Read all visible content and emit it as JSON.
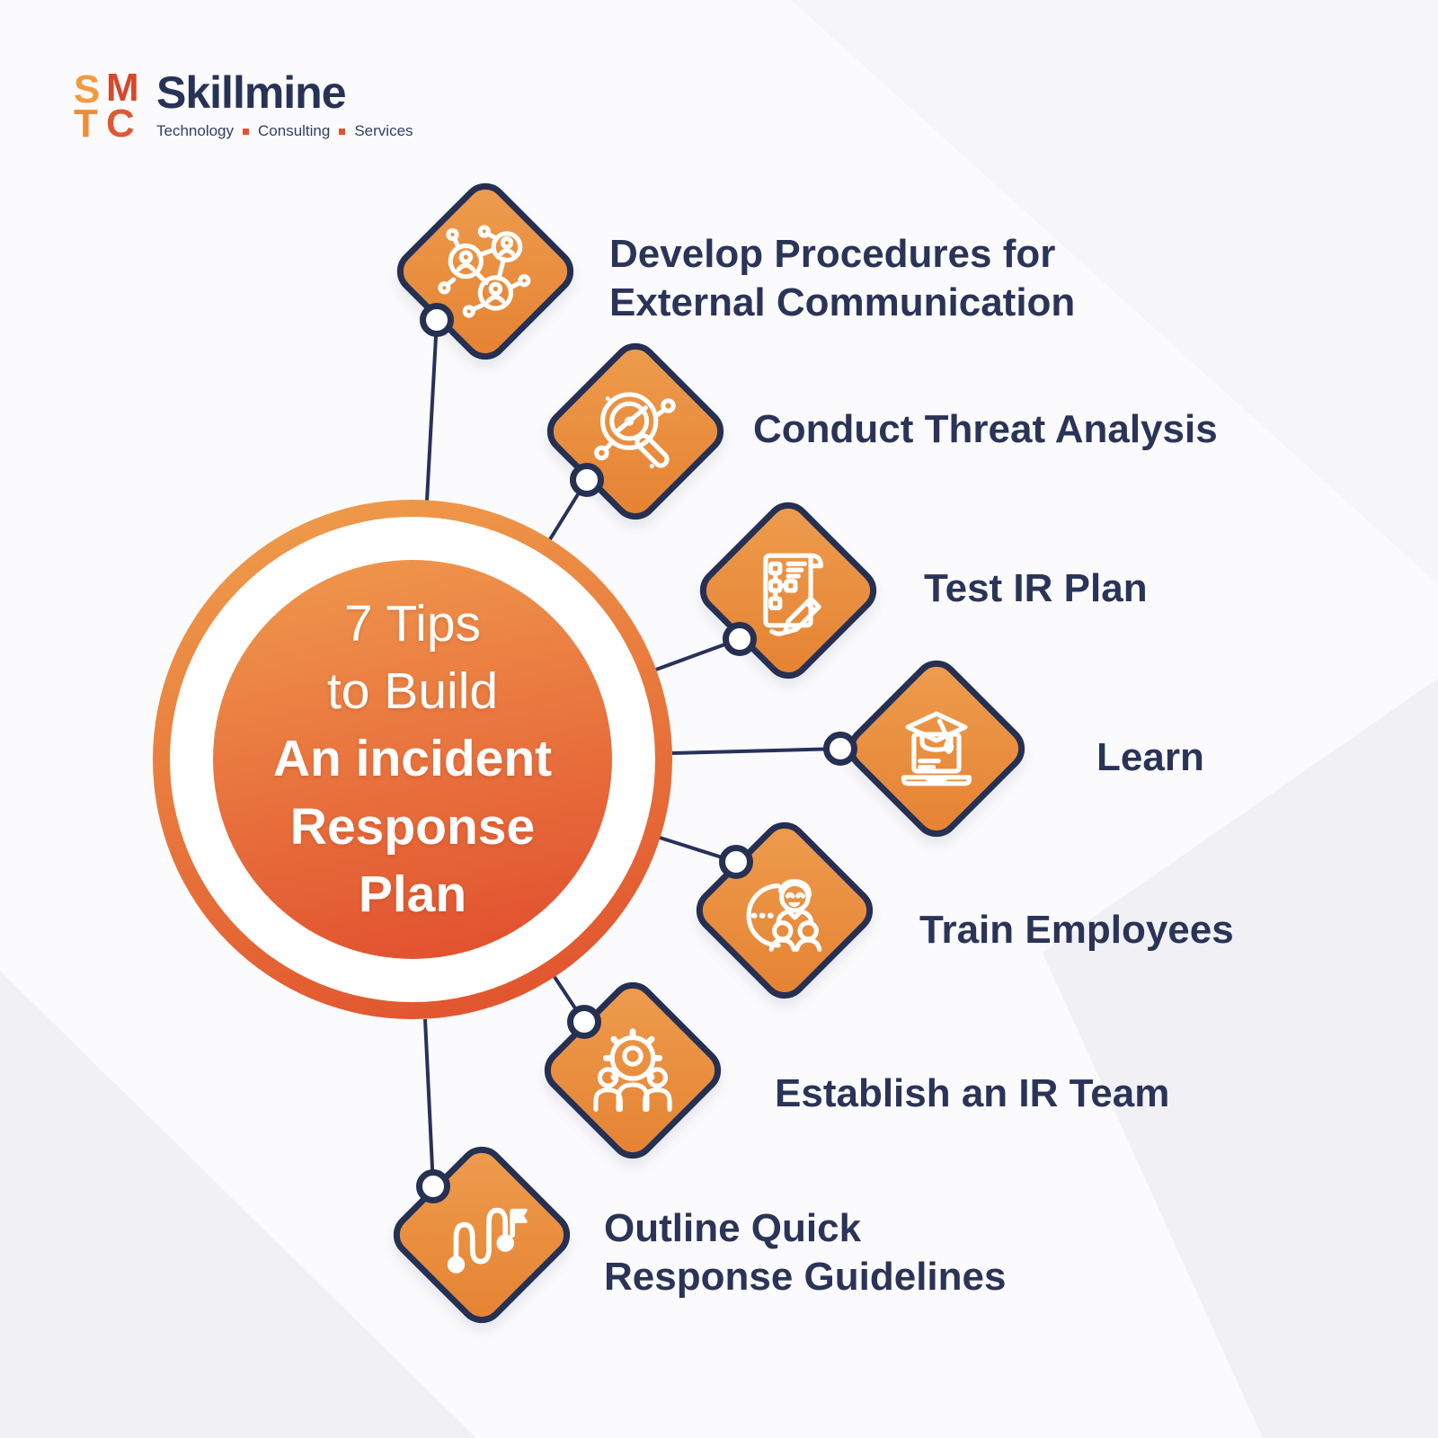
{
  "brand": {
    "monogram": [
      "S",
      "M",
      "T",
      "C"
    ],
    "name": "Skillmine",
    "tagline": [
      "Technology",
      "Consulting",
      "Services"
    ]
  },
  "center": {
    "line1": "7 Tips",
    "line2": "to Build",
    "line3": "An incident",
    "line4": "Response",
    "line5": "Plan"
  },
  "nodes": [
    {
      "icon": "network-people-icon",
      "line1": "Develop Procedures for",
      "line2": "External Communication"
    },
    {
      "icon": "threat-analysis-icon",
      "line1": "Conduct Threat Analysis"
    },
    {
      "icon": "document-pencil-icon",
      "line1": "Test IR Plan"
    },
    {
      "icon": "laptop-graduation-icon",
      "line1": "Learn"
    },
    {
      "icon": "trainer-employees-icon",
      "line1": "Train Employees"
    },
    {
      "icon": "team-gear-icon",
      "line1": "Establish an IR Team"
    },
    {
      "icon": "route-flag-icon",
      "line1": "Outline Quick",
      "line2": "Response Guidelines"
    }
  ],
  "colors": {
    "accent_orange": "#E8883A",
    "navy": "#253052",
    "circle_gradient_top": "#F09A4E",
    "circle_gradient_bottom": "#E25430",
    "background": "#FBFBFD"
  }
}
